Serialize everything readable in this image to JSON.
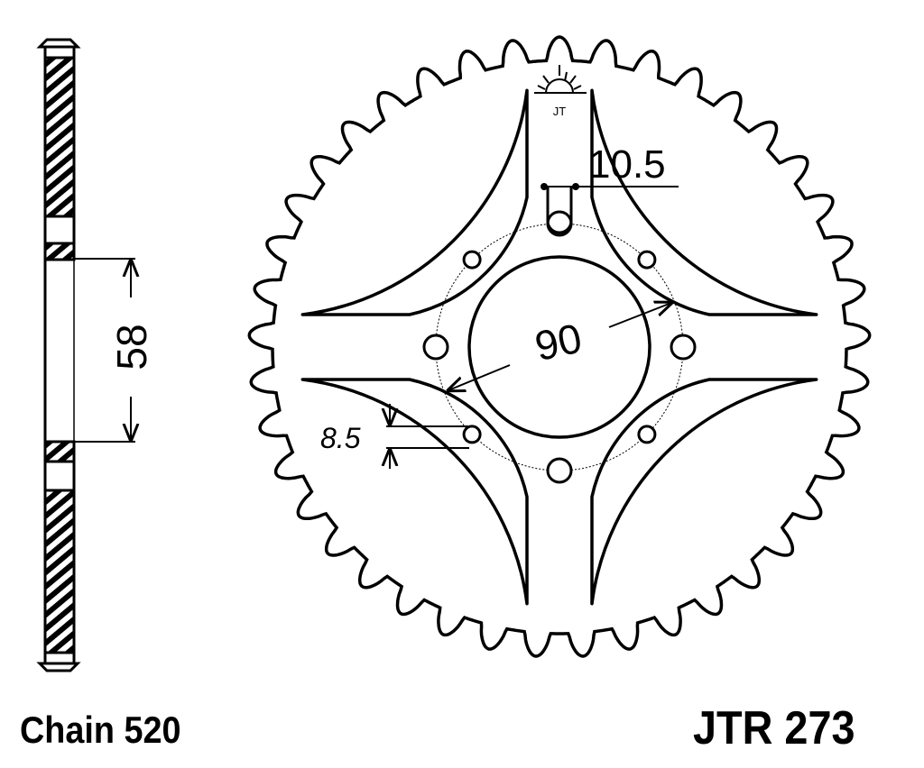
{
  "title": "Rear sprocket drawing",
  "chain_label": "Chain 520",
  "part_number": "JTR 273",
  "dimensions": {
    "hub_thickness": "58",
    "center_bore": "90",
    "bolt_hole": "8.5",
    "slot_width": "10.5"
  },
  "teeth_count": 41,
  "logo": "JT"
}
